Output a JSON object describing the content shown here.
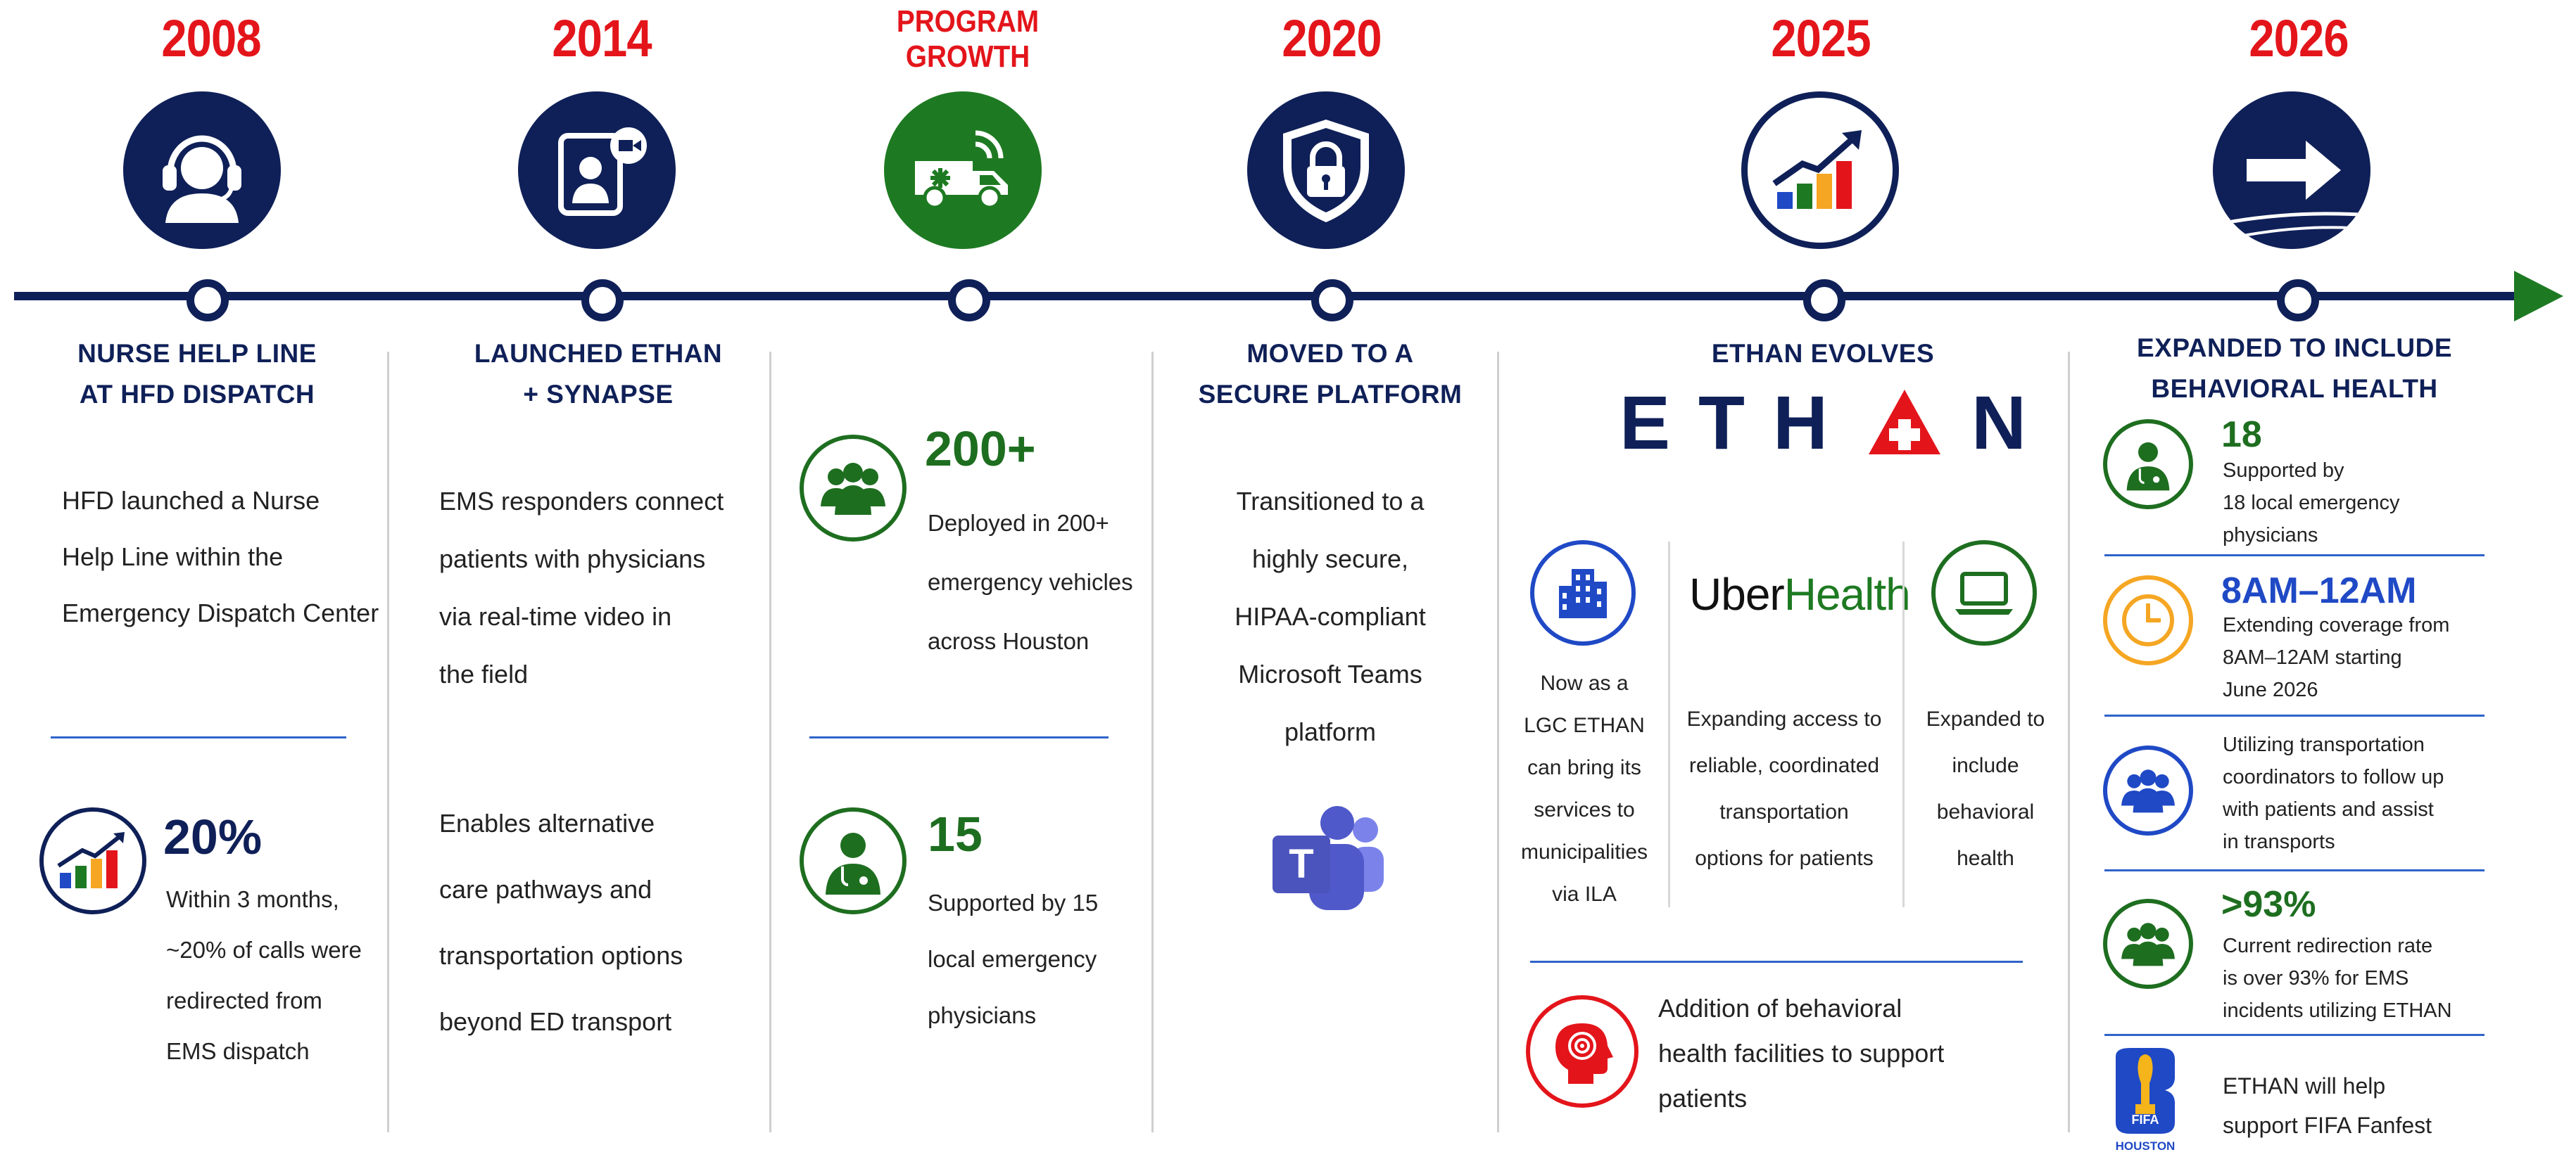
{
  "milestones": [
    {
      "year": "2008",
      "heading_1": "NURSE HELP LINE",
      "heading_2": "AT HFD DISPATCH",
      "body": [
        "HFD launched a Nurse",
        "Help Line within the",
        "Emergency Dispatch Center"
      ],
      "stat": {
        "value": "20%",
        "lines": [
          "Within 3 months,",
          "~20% of calls were",
          "redirected from",
          "EMS dispatch"
        ]
      }
    },
    {
      "year": "2014",
      "heading_1": "LAUNCHED ETHAN",
      "heading_2": "+ SYNAPSE",
      "body": [
        "EMS responders connect",
        "patients with physicians",
        "via real-time video in",
        "the field"
      ],
      "body2": [
        "Enables alternative",
        "care pathways and",
        "transportation options",
        "beyond ED transport"
      ]
    },
    {
      "year_1": "PROGRAM",
      "year_2": "GROWTH",
      "stat1": {
        "value": "200+",
        "lines": [
          "Deployed in 200+",
          "emergency vehicles",
          "across Houston"
        ]
      },
      "stat2": {
        "value": "15",
        "lines": [
          "Supported by 15",
          "local emergency",
          "physicians"
        ]
      }
    },
    {
      "year": "2020",
      "heading_1": "MOVED TO A",
      "heading_2": "SECURE PLATFORM",
      "body": [
        "Transitioned to a",
        "highly secure,",
        "HIPAA-compliant",
        "Microsoft Teams",
        "platform"
      ],
      "teams_letter": "T"
    },
    {
      "year": "2025",
      "heading_1": "ETHAN EVOLVES",
      "logo": {
        "left": "ETH",
        "right": "N"
      },
      "col1": [
        "Now as a",
        "LGC ETHAN",
        "can bring its",
        "services to",
        "municipalities",
        "via ILA"
      ],
      "uber_1": "Uber",
      "uber_2": "Health",
      "col2": [
        "Expanding access to",
        "reliable, coordinated",
        "transportation",
        "options for patients"
      ],
      "col3": [
        "Expanded to",
        "include",
        "behavioral",
        "health"
      ],
      "bottom": [
        "Addition of behavioral",
        "health facilities to support",
        "patients"
      ]
    },
    {
      "year": "2026",
      "heading_1": "EXPANDED TO INCLUDE",
      "heading_2": "BEHAVIORAL HEALTH",
      "items": [
        {
          "value": "18",
          "lines": [
            "Supported by",
            "18 local emergency",
            "physicians"
          ]
        },
        {
          "value": "8AM–12AM",
          "lines": [
            "Extending coverage from",
            "8AM–12AM starting",
            "June 2026"
          ]
        },
        {
          "value": "",
          "lines": [
            "Utilizing transportation",
            "coordinators to follow up",
            "with patients and assist",
            "in transports"
          ]
        },
        {
          "value": ">93%",
          "lines": [
            "Current redirection rate",
            "is over 93% for EMS",
            "incidents utilizing ETHAN"
          ]
        },
        {
          "value": "",
          "lines": [
            "ETHAN will help",
            "support FIFA Fanfest"
          ]
        }
      ],
      "fifa_1": "FIFA",
      "fifa_2": "HOUSTON"
    }
  ],
  "colors": {
    "navy": "#0f2058",
    "red": "#e3151b",
    "green": "#1e7a22",
    "blue": "#2f63c9"
  }
}
